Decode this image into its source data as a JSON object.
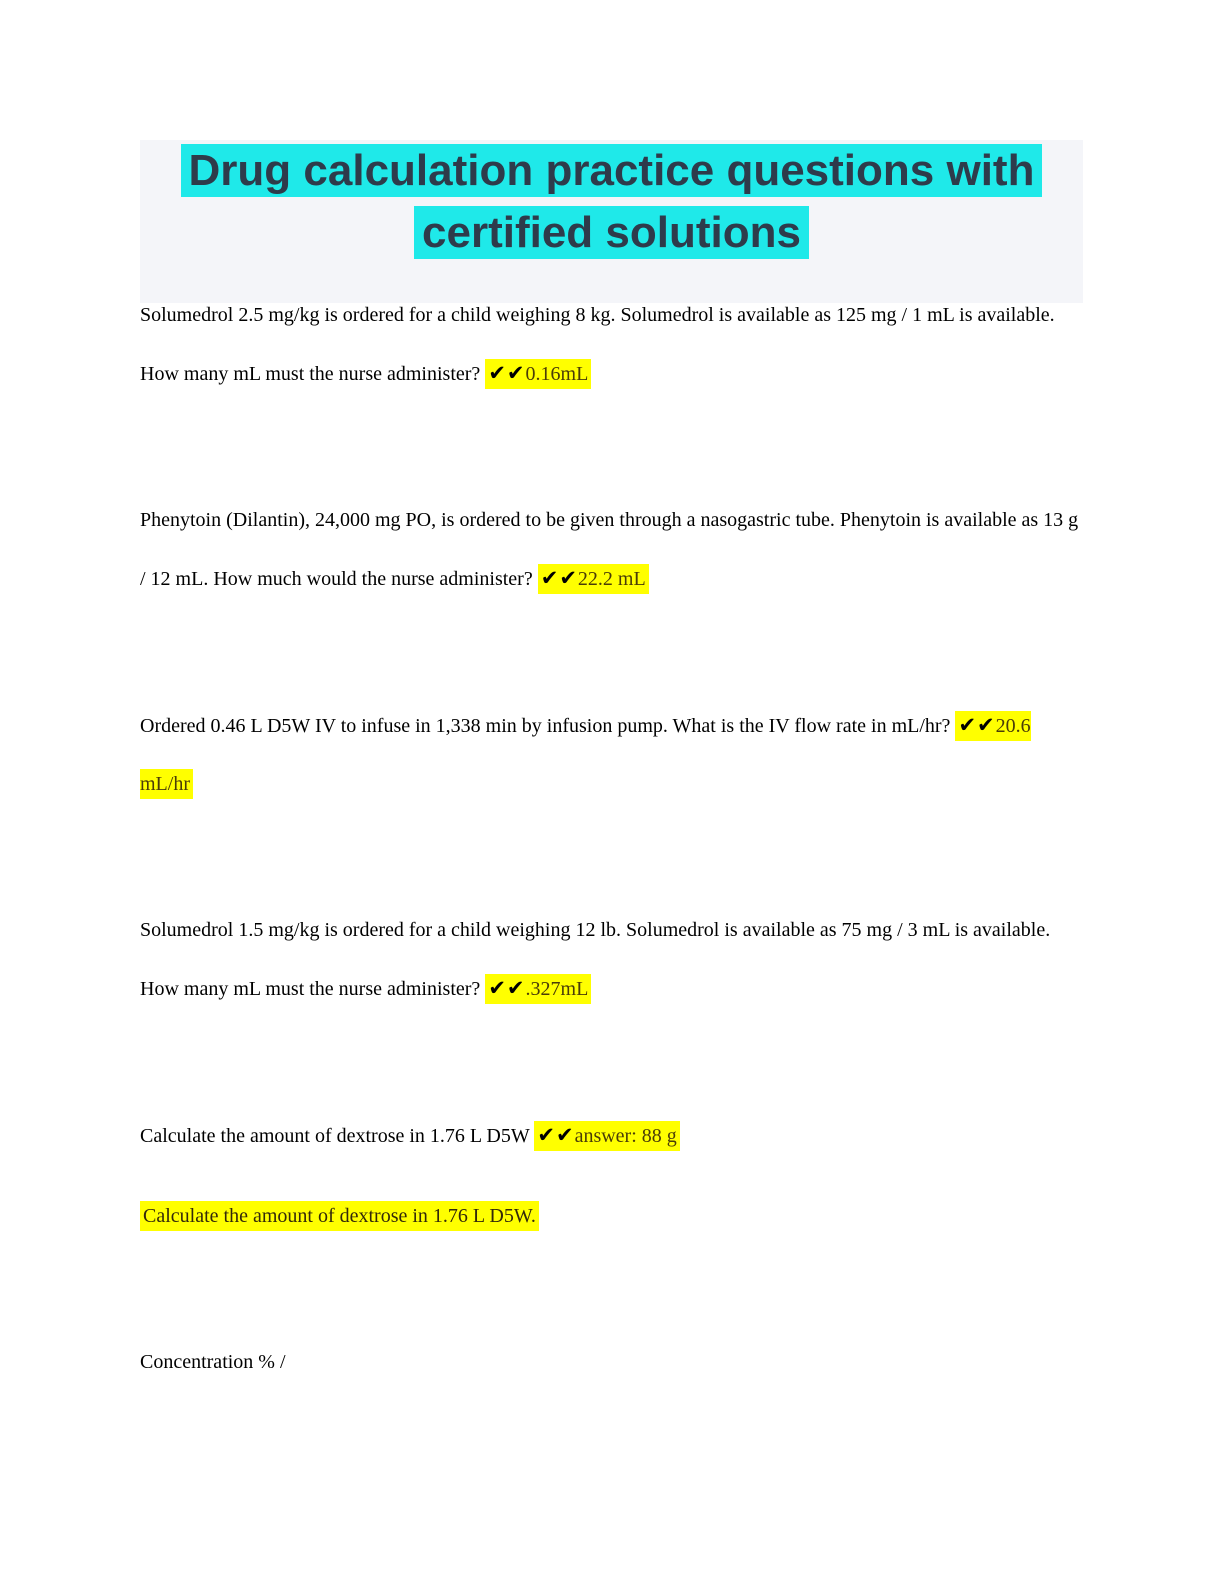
{
  "document": {
    "title": {
      "line1": "Drug calculation practice questions with",
      "line2": "certified solutions"
    },
    "questions": [
      {
        "text": "Solumedrol 2.5 mg/kg is ordered for a child weighing 8 kg. Solumedrol is available as 125 mg / 1 mL is available. How many mL must the nurse administer? ",
        "checkmarks": "✔✔",
        "answer": "0.16mL"
      },
      {
        "text": "Phenytoin (Dilantin), 24,000 mg PO, is ordered to be given through a nasogastric tube. Phenytoin is available as 13 g / 12 mL. How much would the nurse administer? ",
        "checkmarks": "✔✔",
        "answer": "22.2 mL"
      },
      {
        "text": "Ordered 0.46 L D5W IV to infuse in 1,338 min by infusion pump. What is the IV flow rate in mL/hr? ",
        "checkmarks": "✔✔",
        "answer": "20.6 mL/hr"
      },
      {
        "text": "Solumedrol 1.5 mg/kg is ordered for a child weighing 12 lb. Solumedrol is available as 75 mg / 3 mL is available. How many mL must the nurse administer? ",
        "checkmarks": "✔✔",
        "answer": ".327mL"
      },
      {
        "text": "Calculate the amount of dextrose in 1.76 L D5W ",
        "checkmarks": "✔✔",
        "answer": "answer: 88 g"
      }
    ],
    "repeated_question_line": "Calculate the amount of dextrose in 1.76 L D5W.",
    "last_line": "Concentration % /",
    "colors": {
      "title_highlight": "#1fe9e9",
      "title_band_background": "#f4f5f9",
      "title_text": "#2e3b4b",
      "answer_highlight": "#ffff00",
      "answer_text": "#4a3c08",
      "repeated_line_text": "#33290a",
      "body_text": "#000000"
    }
  }
}
